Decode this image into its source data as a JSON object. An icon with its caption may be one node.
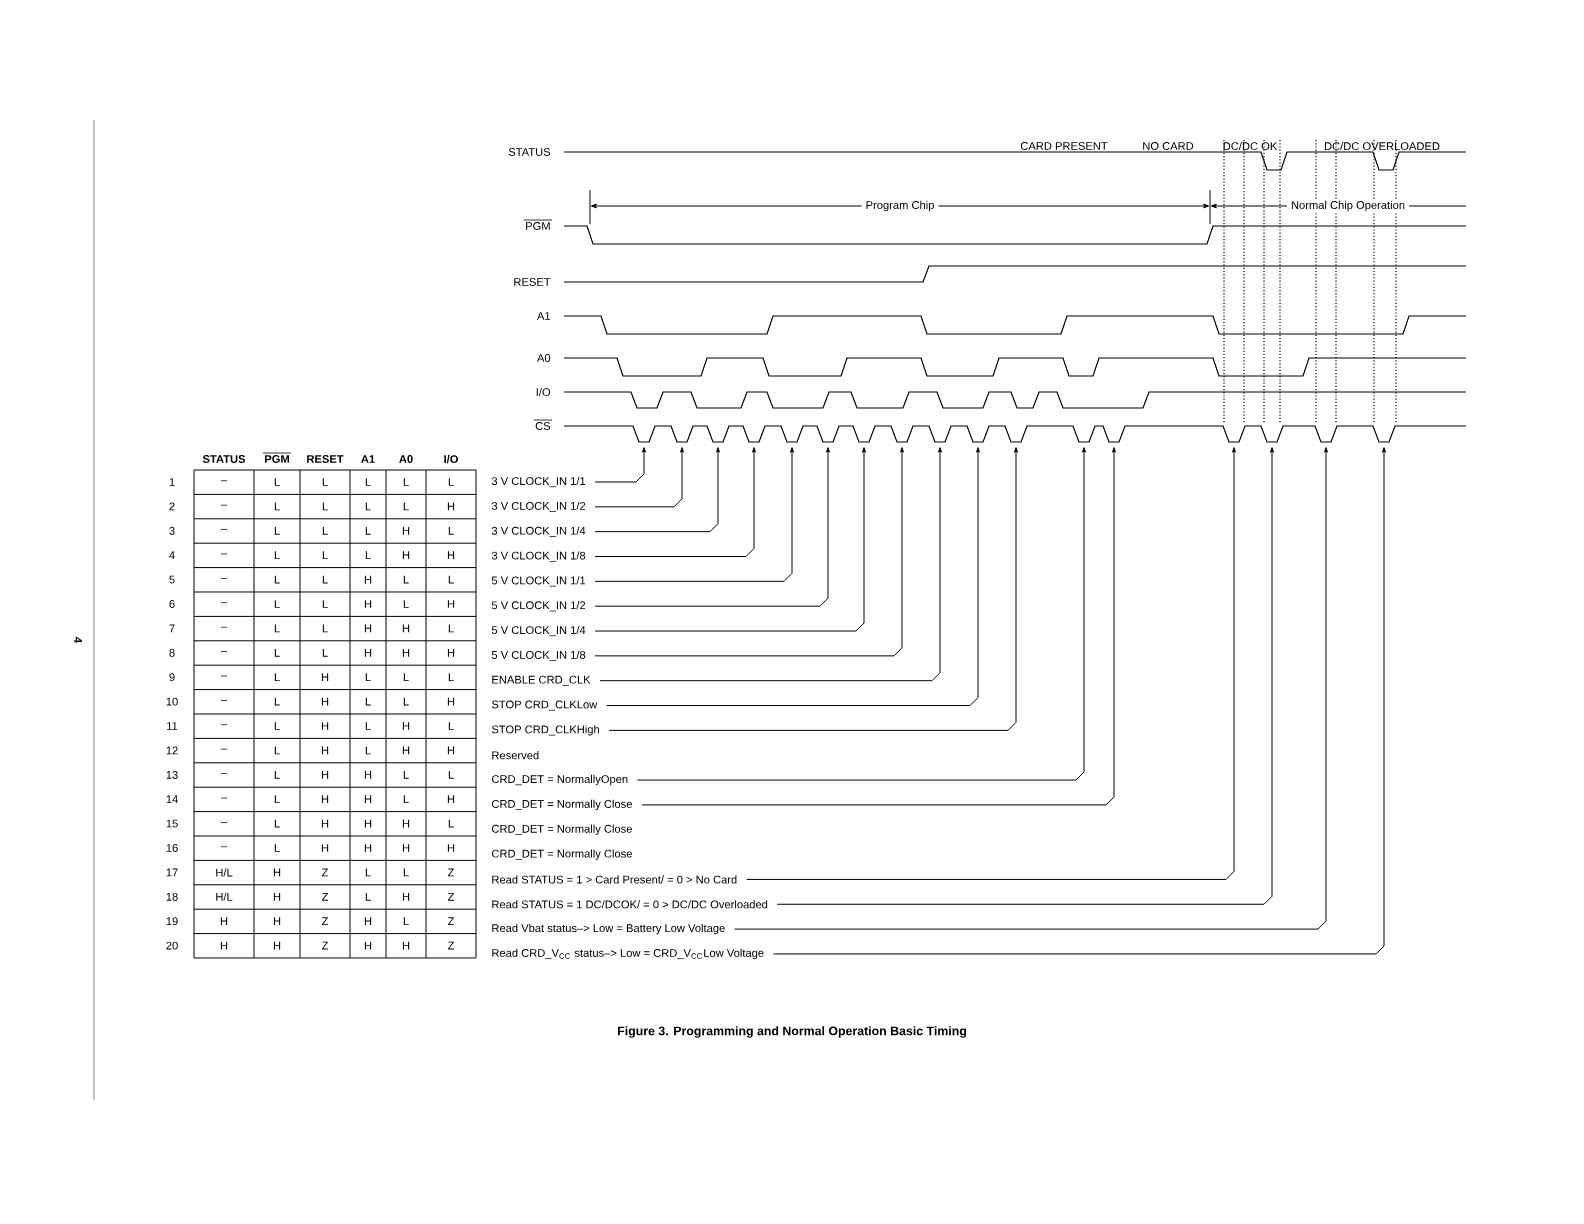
{
  "diagram": {
    "caption": "Figure 3. Programming and Normal Operation Basic Timing",
    "nodes": [
      {
        "text": [
          "3 V CLOCK_IN 1/1"
        ]
      },
      {
        "text": [
          "3 V CLOCK_IN 1/2"
        ]
      },
      {
        "text": [
          "3 V CLOCK_IN 1/4"
        ]
      },
      {
        "text": [
          "3 V CLOCK_IN 1/8"
        ]
      },
      {
        "text": [
          "5 V CLOCK_IN 1/1"
        ]
      },
      {
        "text": [
          "5 V CLOCK_IN 1/2"
        ]
      },
      {
        "text": [
          "5 V CLOCK_IN 1/4"
        ]
      },
      {
        "text": [
          "5 V CLOCK_IN 1/8"
        ]
      },
      {
        "text": [
          "ENABLE CRD_CLK"
        ]
      },
      {
        "text": [
          "STOP CRD_CLKLow"
        ]
      },
      {
        "text": [
          "STOP CRD_CLKHigh"
        ]
      },
      {
        "text": [
          "CRD_DET = NormallyOpen"
        ]
      },
      {
        "text": [
          "CRD_DET = Normally Close"
        ]
      },
      {
        "text": [
          "Read STATUS = 1 > Card Present/ = 0 > No Card"
        ]
      },
      {
        "text": [
          "Read STATUS = 1 DC/DCOK/ = 0 > DC/DC Overloaded"
        ]
      },
      {
        "text": [
          "Read Vbat status–> Low = Battery Low Voltage"
        ]
      },
      {
        "text": [
          "Read CRD_V$_{CC}$ status–> Low = CRD_V$_{CC}$Low Voltage"
        ]
      }
    ],
    "edges": [
      {
        "from": 0,
        "to": null,
        "arrow": "to"
      },
      {
        "from": 1,
        "to": null,
        "arrow": "to"
      },
      {
        "from": 2,
        "to": null,
        "arrow": "to"
      },
      {
        "from": 3,
        "to": null,
        "arrow": "to"
      },
      {
        "from": 4,
        "to": null,
        "arrow": "to"
      },
      {
        "from": 5,
        "to": null,
        "arrow": "to"
      },
      {
        "from": 6,
        "to": null,
        "arrow": "to"
      },
      {
        "from": 7,
        "to": null,
        "arrow": "to"
      },
      {
        "from": 8,
        "to": null,
        "arrow": "to"
      },
      {
        "from": 9,
        "to": null,
        "arrow": "to"
      },
      {
        "from": 10,
        "to": null,
        "arrow": "to"
      },
      {
        "from": 11,
        "to": null,
        "arrow": "to"
      },
      {
        "from": 12,
        "to": null,
        "arrow": "to"
      },
      {
        "from": 13,
        "to": null,
        "arrow": "to"
      },
      {
        "from": 14,
        "to": null,
        "arrow": "to"
      },
      {
        "from": 15,
        "to": null,
        "arrow": "to"
      },
      {
        "from": 16,
        "to": null,
        "arrow": "to"
      }
    ],
    "labels": [
      "CARD PRESENT",
      "NO CARD",
      "DC/DC OK",
      "DC/DC OVERLOADED",
      "STATUS",
      "Program Chip",
      "Normal Chip Operation",
      "PGM",
      "RESET",
      "A1",
      "A0",
      "I/O",
      "CS",
      "STATUS",
      "PGM",
      "RESET",
      "A1",
      "A0",
      "I/O",
      "1",
      "–",
      "L",
      "L",
      "L",
      "L",
      "L",
      "2",
      "–",
      "L",
      "L",
      "L",
      "L",
      "H",
      "3",
      "–",
      "L",
      "L",
      "L",
      "H",
      "L",
      "4",
      "–",
      "L",
      "L",
      "L",
      "H",
      "H",
      "5",
      "–",
      "L",
      "L",
      "H",
      "L",
      "L",
      "6",
      "–",
      "L",
      "L",
      "H",
      "L",
      "H",
      "7",
      "–",
      "L",
      "L",
      "H",
      "H",
      "L",
      "8",
      "–",
      "L",
      "L",
      "H",
      "H",
      "H",
      "9",
      "–",
      "L",
      "H",
      "L",
      "L",
      "L",
      "10",
      "–",
      "L",
      "H",
      "L",
      "L",
      "H",
      "11",
      "–",
      "L",
      "H",
      "L",
      "H",
      "L",
      "12",
      "–",
      "L",
      "H",
      "L",
      "H",
      "H",
      "Reserved",
      "13",
      "–",
      "L",
      "H",
      "H",
      "L",
      "L",
      "14",
      "–",
      "L",
      "H",
      "H",
      "L",
      "H",
      "15",
      "–",
      "L",
      "H",
      "H",
      "H",
      "L",
      "CRD_DET = Normally Close",
      "16",
      "–",
      "L",
      "H",
      "H",
      "H",
      "H",
      "CRD_DET = Normally Close",
      "17",
      "H/L",
      "H",
      "Z",
      "L",
      "L",
      "Z",
      "18",
      "H/L",
      "H",
      "Z",
      "L",
      "H",
      "Z",
      "19",
      "H",
      "H",
      "Z",
      "H",
      "L",
      "Z",
      "20",
      "H",
      "H",
      "Z",
      "H",
      "H",
      "Z",
      "4"
    ]
  }
}
